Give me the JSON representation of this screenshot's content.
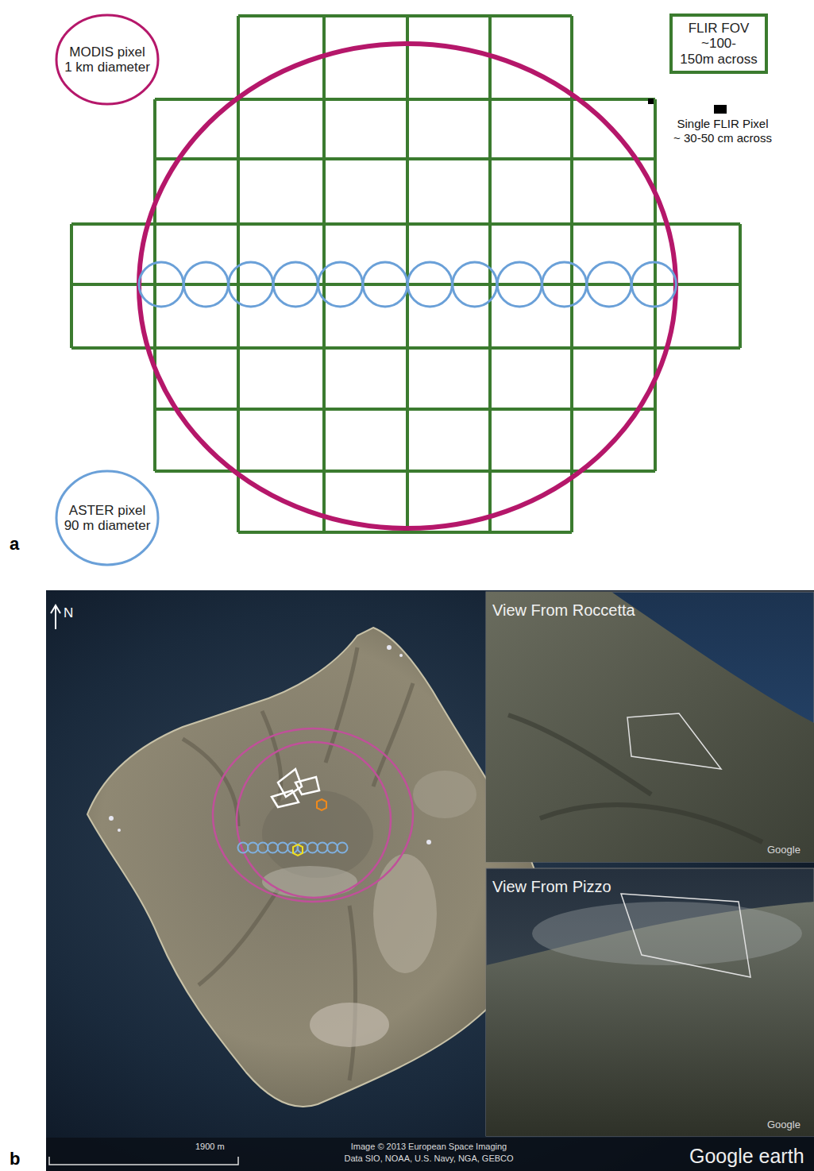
{
  "diagram": {
    "nodes": [
      {
        "text": [
          "MODIS pixel 1 km diameter"
        ]
      },
      {
        "text": [
          "FLIR FOV ~100-150m across"
        ]
      },
      {
        "text": [
          "ASTER pixel 90 m diameter"
        ]
      },
      {
        "text": [
          "View From Roccetta"
        ]
      },
      {
        "text": [
          "View From Pizzo"
        ]
      }
    ],
    "labels": [
      "Single FLIR Pixel ~ 30-50 cm across",
      "a",
      "N",
      "Google",
      "Google",
      "1900 m",
      "Image © 2013 European Space Imaging",
      "Data SIO, NOAA, U.S. Navy, NGA, GEBCO",
      "Google earth",
      "b"
    ]
  }
}
